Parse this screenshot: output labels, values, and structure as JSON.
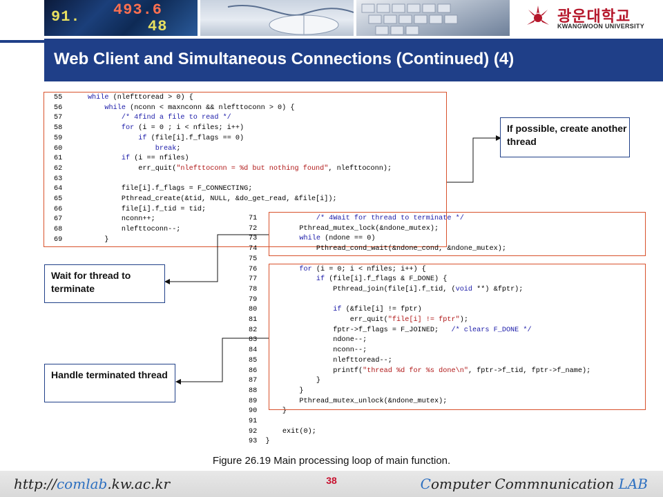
{
  "header": {
    "photo1_text": [
      "91.",
      "493.6",
      "48"
    ],
    "logo": {
      "korean": "광운대학교",
      "english": "KWANGWOON UNIVERSITY"
    }
  },
  "title": "Web Client and Simultaneous Connections (Continued) (4)",
  "code_top": [
    {
      "n": "55",
      "html": "    <span class='kw'>while</span> (nlefttoread > 0) {"
    },
    {
      "n": "56",
      "html": "        <span class='kw'>while</span> (nconn < maxnconn && nlefttoconn > 0) {"
    },
    {
      "n": "57",
      "html": "            <span class='cm'>/* 4find a file to read */</span>"
    },
    {
      "n": "58",
      "html": "            <span class='kw'>for</span> (i = 0 ; i < nfiles; i++)"
    },
    {
      "n": "59",
      "html": "                <span class='kw'>if</span> (file[i].f_flags == 0)"
    },
    {
      "n": "60",
      "html": "                    <span class='kw'>break</span>;"
    },
    {
      "n": "61",
      "html": "            <span class='kw'>if</span> (i == nfiles)"
    },
    {
      "n": "62",
      "html": "                err_quit(<span class='st'>\"nlefttoconn = %d but nothing found\"</span>, nlefttoconn);"
    },
    {
      "n": "63",
      "html": ""
    },
    {
      "n": "64",
      "html": "            file[i].f_flags = F_CONNECTING;"
    },
    {
      "n": "65",
      "html": "            Pthread_create(&tid, NULL, &do_get_read, &file[i]);"
    },
    {
      "n": "66",
      "html": "            file[i].f_tid = tid;"
    },
    {
      "n": "67",
      "html": "            nconn++;"
    },
    {
      "n": "68",
      "html": "            nlefttoconn--;"
    },
    {
      "n": "69",
      "html": "        }"
    }
  ],
  "code_bottom": [
    {
      "n": "71",
      "html": "            <span class='cm'>/* 4Wait for thread to terminate */</span>"
    },
    {
      "n": "72",
      "html": "        Pthread_mutex_lock(&ndone_mutex);"
    },
    {
      "n": "73",
      "html": "        <span class='kw'>while</span> (ndone == 0)"
    },
    {
      "n": "74",
      "html": "            Pthread_cond_wait(&ndone_cond, &ndone_mutex);"
    },
    {
      "n": "75",
      "html": ""
    },
    {
      "n": "76",
      "html": "        <span class='kw'>for</span> (i = 0; i < nfiles; i++) {"
    },
    {
      "n": "77",
      "html": "            <span class='kw'>if</span> (file[i].f_flags & F_DONE) {"
    },
    {
      "n": "78",
      "html": "                Pthread_join(file[i].f_tid, (<span class='kw'>void</span> **) &fptr);"
    },
    {
      "n": "79",
      "html": ""
    },
    {
      "n": "80",
      "html": "                <span class='kw'>if</span> (&file[i] != fptr)"
    },
    {
      "n": "81",
      "html": "                    err_quit(<span class='st'>\"file[i] != fptr\"</span>);"
    },
    {
      "n": "82",
      "html": "                fptr->f_flags = F_JOINED;   <span class='cm'>/* clears F_DONE */</span>"
    },
    {
      "n": "83",
      "html": "                ndone--;"
    },
    {
      "n": "84",
      "html": "                nconn--;"
    },
    {
      "n": "85",
      "html": "                nlefttoread--;"
    },
    {
      "n": "86",
      "html": "                printf(<span class='st'>\"thread %d for %s done\\n\"</span>, fptr->f_tid, fptr->f_name);"
    },
    {
      "n": "87",
      "html": "            }"
    },
    {
      "n": "88",
      "html": "        }"
    },
    {
      "n": "89",
      "html": "        Pthread_mutex_unlock(&ndone_mutex);"
    },
    {
      "n": "90",
      "html": "    }"
    },
    {
      "n": "91",
      "html": ""
    },
    {
      "n": "92",
      "html": "    exit(0);"
    },
    {
      "n": "93",
      "html": "}"
    }
  ],
  "callouts": {
    "create": "If possible, create another thread",
    "wait": "Wait for thread to terminate",
    "handle": "Handle terminated thread"
  },
  "caption": "Figure 26.19 Main processing loop of main function.",
  "page_number": "38",
  "footer": {
    "url_prefix": "http://",
    "url_mid": "comlab",
    "url_suffix": ".kw.ac.kr",
    "lab_c": "C",
    "lab_rest1": "omputer Commnunication ",
    "lab_lab": "LAB"
  },
  "colors": {
    "title_bg": "#1f3f88",
    "box_border": "#d8502a",
    "callout_border": "#1f3f88",
    "page_num": "#c8102e"
  }
}
